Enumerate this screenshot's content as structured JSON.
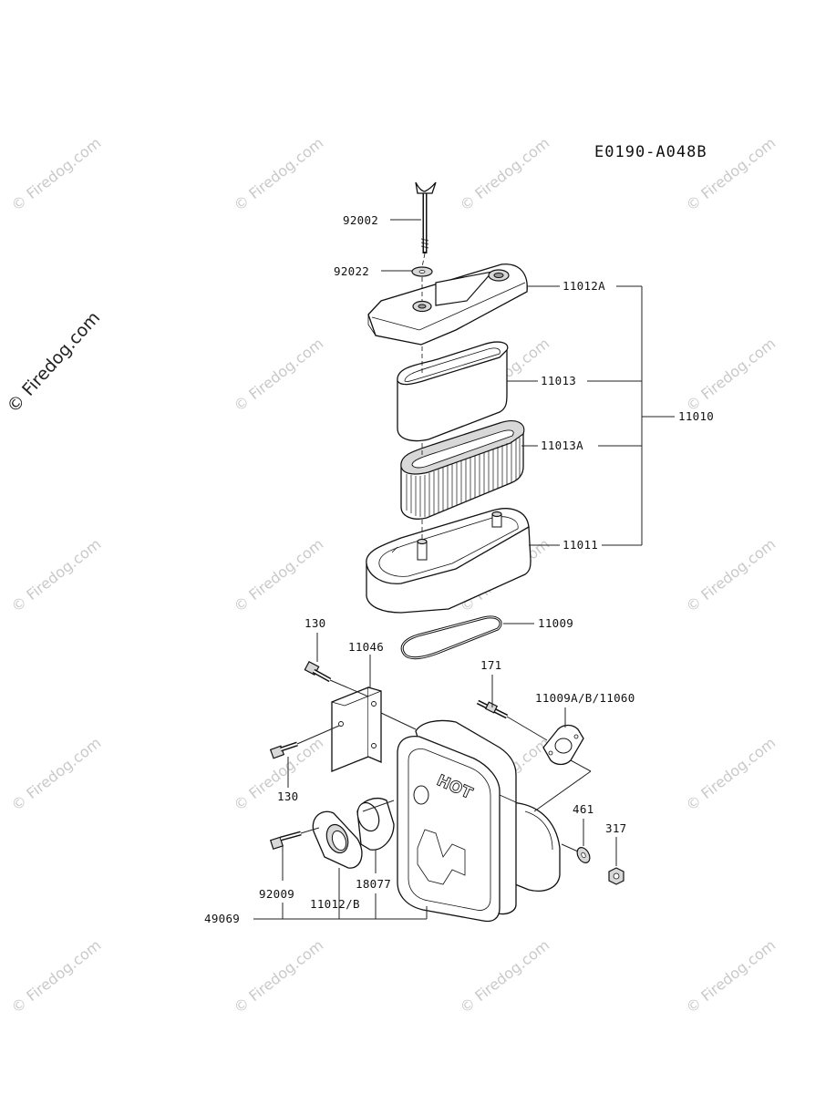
{
  "diagram_code": "E0190-A048B",
  "watermark_text": "© Firedog.com",
  "part_labels": {
    "p92002": "92002",
    "p92022": "92022",
    "p11012A": "11012A",
    "p11013": "11013",
    "p11010": "11010",
    "p11013A": "11013A",
    "p11011": "11011",
    "p11009": "11009",
    "p130a": "130",
    "p11046": "11046",
    "p171": "171",
    "p11009ab": "11009A/B/11060",
    "p130b": "130",
    "p461": "461",
    "p317": "317",
    "p18077": "18077",
    "p92009": "92009",
    "p11012B": "11012/B",
    "p49069": "49069"
  },
  "muffler_marking": "HOT"
}
